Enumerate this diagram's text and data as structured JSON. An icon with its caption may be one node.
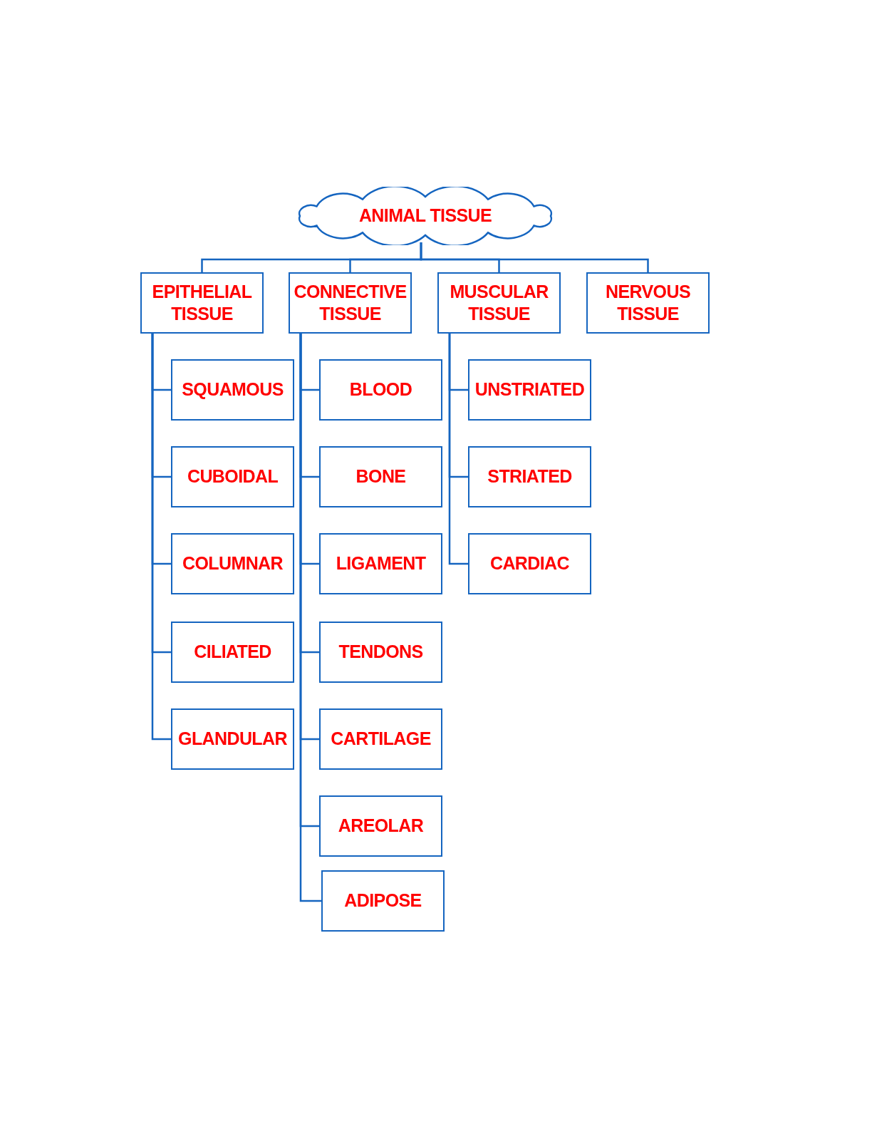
{
  "diagram": {
    "nodes": [
      {
        "text": [
          "ANIMAL TISSUE"
        ]
      },
      {
        "text": [
          "EPITHELIAL TISSUE"
        ]
      },
      {
        "text": [
          "CONNECTIVE TISSUE"
        ]
      },
      {
        "text": [
          "MUSCULAR TISSUE"
        ]
      },
      {
        "text": [
          "NERVOUS TISSUE"
        ]
      },
      {
        "text": [
          "SQUAMOUS"
        ]
      },
      {
        "text": [
          "CUBOIDAL"
        ]
      },
      {
        "text": [
          "COLUMNAR"
        ]
      },
      {
        "text": [
          "CILIATED"
        ]
      },
      {
        "text": [
          "GLANDULAR"
        ]
      },
      {
        "text": [
          "BLOOD"
        ]
      },
      {
        "text": [
          "BONE"
        ]
      },
      {
        "text": [
          "LIGAMENT"
        ]
      },
      {
        "text": [
          "TENDONS"
        ]
      },
      {
        "text": [
          "CARTILAGE"
        ]
      },
      {
        "text": [
          "AREOLAR"
        ]
      },
      {
        "text": [
          "ADIPOSE"
        ]
      },
      {
        "text": [
          "UNSTRIATED"
        ]
      },
      {
        "text": [
          "STRIATED"
        ]
      },
      {
        "text": [
          "CARDIAC"
        ]
      }
    ],
    "edges": [
      {
        "from": 0,
        "to": 1,
        "arrow": "none"
      },
      {
        "from": 0,
        "to": 2,
        "arrow": "none"
      },
      {
        "from": 0,
        "to": 3,
        "arrow": "none"
      },
      {
        "from": 0,
        "to": 4,
        "arrow": "none"
      },
      {
        "from": 1,
        "to": 5,
        "arrow": "none"
      },
      {
        "from": 1,
        "to": 6,
        "arrow": "none"
      },
      {
        "from": 1,
        "to": 7,
        "arrow": "none"
      },
      {
        "from": 1,
        "to": 8,
        "arrow": "none"
      },
      {
        "from": 1,
        "to": 9,
        "arrow": "none"
      },
      {
        "from": 2,
        "to": 10,
        "arrow": "none"
      },
      {
        "from": 2,
        "to": 11,
        "arrow": "none"
      },
      {
        "from": 2,
        "to": 12,
        "arrow": "none"
      },
      {
        "from": 2,
        "to": 13,
        "arrow": "none"
      },
      {
        "from": 2,
        "to": 14,
        "arrow": "none"
      },
      {
        "from": 2,
        "to": 15,
        "arrow": "none"
      },
      {
        "from": 2,
        "to": 16,
        "arrow": "none"
      },
      {
        "from": 3,
        "to": 17,
        "arrow": "none"
      },
      {
        "from": 3,
        "to": 18,
        "arrow": "none"
      },
      {
        "from": 3,
        "to": 19,
        "arrow": "none"
      }
    ]
  }
}
